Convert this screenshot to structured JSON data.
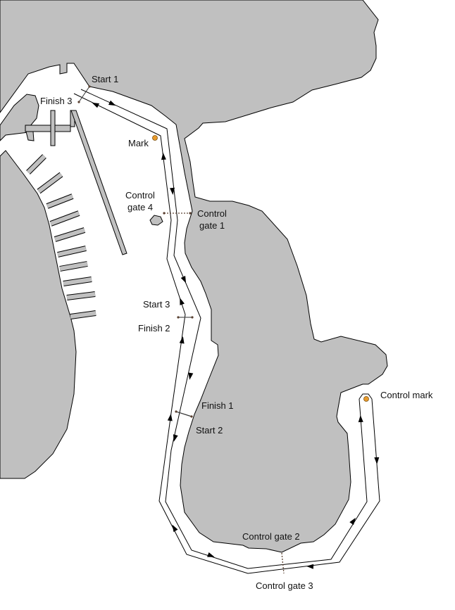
{
  "colors": {
    "land": "#c0c0c0",
    "water": "#ffffff",
    "mark": "#e89a2c",
    "line": "#000000"
  },
  "labels": {
    "start_1": "Start 1",
    "finish_3": "Finish 3",
    "mark": "Mark",
    "control_gate_4_line1": "Control",
    "control_gate_4_line2": "gate 4",
    "control_gate_1_line1": "Control",
    "control_gate_1_line2": "gate 1",
    "start_3": "Start 3",
    "finish_2": "Finish 2",
    "finish_1": "Finish 1",
    "start_2": "Start 2",
    "control_mark": "Control mark",
    "control_gate_2": "Control gate 2",
    "control_gate_3": "Control gate 3"
  }
}
